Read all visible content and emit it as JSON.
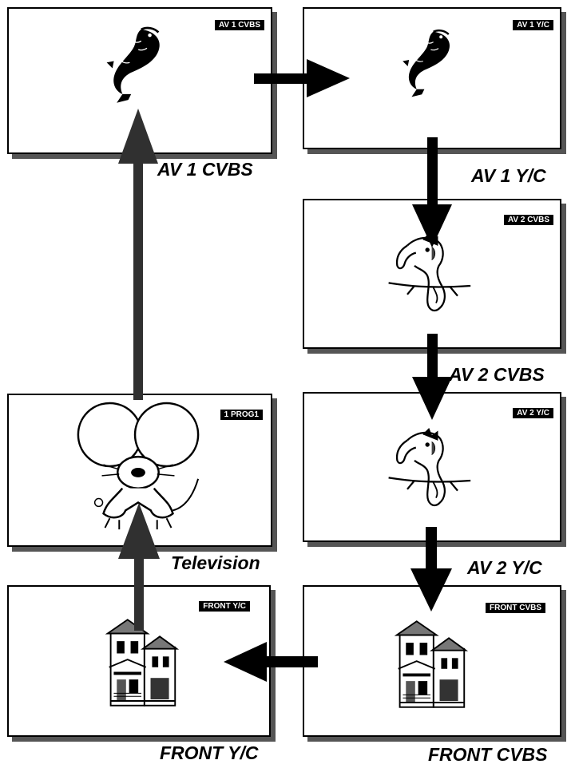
{
  "screens": [
    {
      "id": "av1-cvbs",
      "badge": "AV 1 CVBS",
      "caption": "AV 1  CVBS",
      "picture": "fish-icon"
    },
    {
      "id": "av1-yc",
      "badge": "AV 1 Y/C",
      "caption": "AV 1  Y/C",
      "picture": "fish-icon"
    },
    {
      "id": "av2-cvbs",
      "badge": "AV 2 CVBS",
      "caption": "AV 2  CVBS",
      "picture": "parrot-icon"
    },
    {
      "id": "television",
      "badge": "1 PROG1",
      "caption": "Television",
      "picture": "mouse-icon"
    },
    {
      "id": "av2-yc",
      "badge": "AV 2 Y/C",
      "caption": "AV 2  Y/C",
      "picture": "parrot-icon"
    },
    {
      "id": "front-yc",
      "badge": "FRONT Y/C",
      "caption": "FRONT Y/C",
      "picture": "house-icon"
    },
    {
      "id": "front-cvbs",
      "badge": "FRONT CVBS",
      "caption": "FRONT CVBS",
      "picture": "house-icon"
    }
  ],
  "flow": [
    "television",
    "av1-cvbs",
    "av1-yc",
    "av2-cvbs",
    "av2-yc",
    "front-cvbs",
    "front-yc",
    "television"
  ],
  "colors": {
    "arrow": "#000000",
    "arrow_left_column": "#303030",
    "shadow": "#555555",
    "badge": "#000000"
  }
}
